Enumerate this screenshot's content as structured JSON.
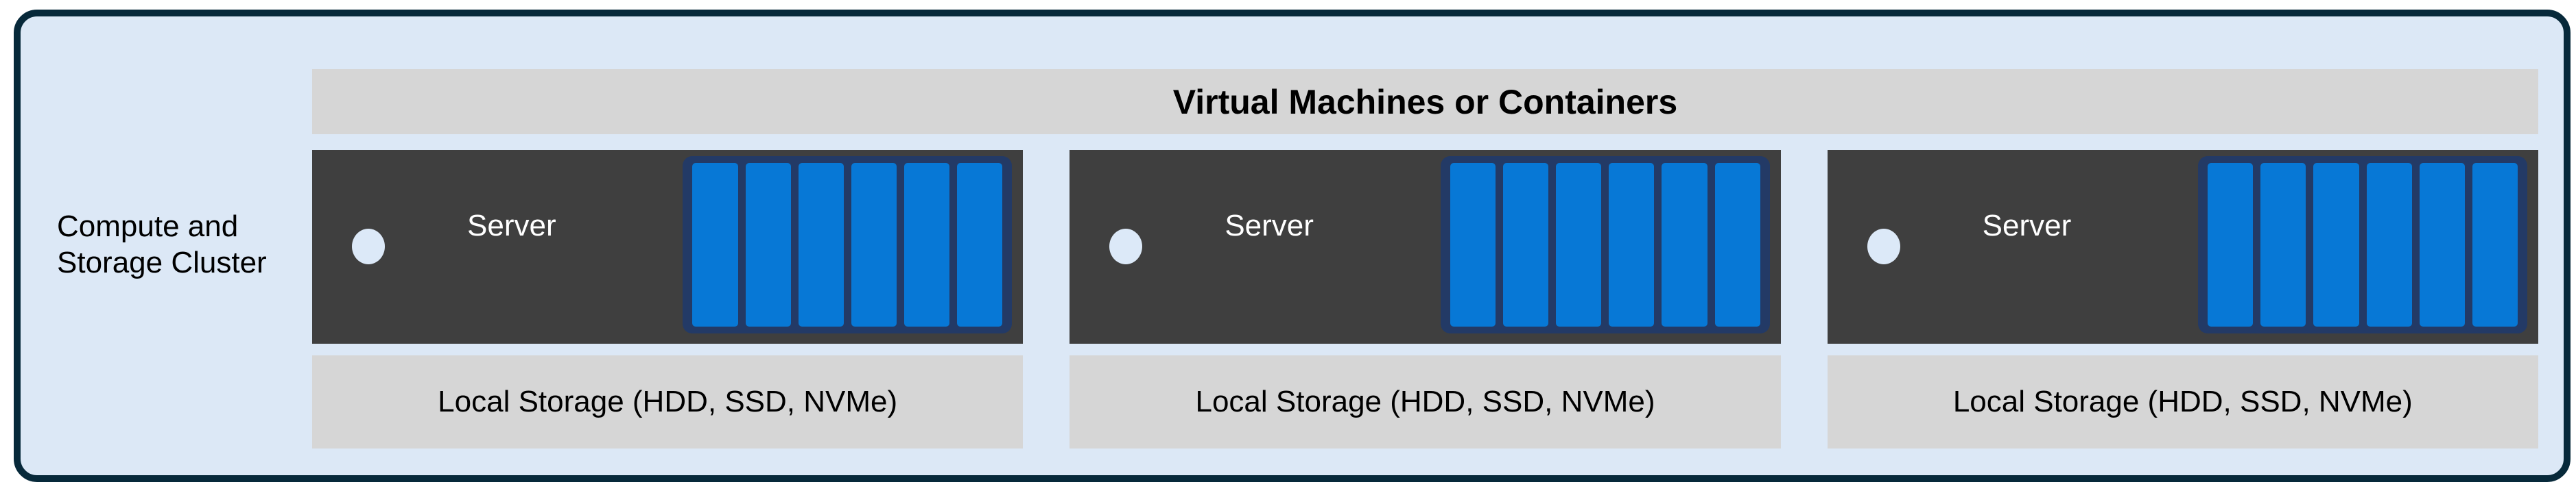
{
  "diagram": {
    "cluster_label": "Compute and\nStorage Cluster",
    "header": {
      "label": "Virtual Machines or Containers"
    },
    "servers": [
      {
        "label": "Server"
      },
      {
        "label": "Server"
      },
      {
        "label": "Server"
      }
    ],
    "storage_label": "Local Storage (HDD, SSD, NVMe)",
    "disks_per_server": 6,
    "colors": {
      "cluster_bg": "#DCE8F6",
      "cluster_border": "#07293A",
      "bar_gray": "#D6D6D6",
      "server_dark": "#3F3F3F",
      "disk_blue": "#0778D6",
      "disk_frame_navy": "#233A66",
      "led_light": "#DCE9F8",
      "text_dark": "#000000",
      "text_light": "#FFFFFF"
    }
  }
}
